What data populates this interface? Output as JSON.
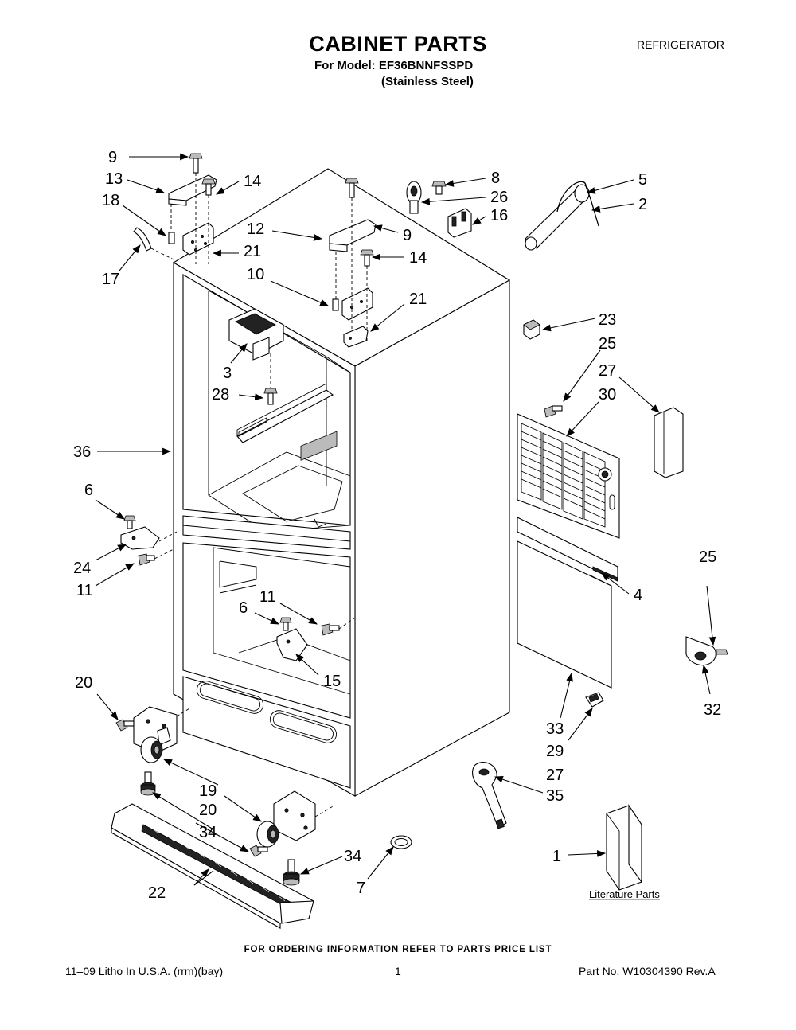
{
  "header": {
    "title": "CABINET PARTS",
    "model": "For Model: EF36BNNFSSPD",
    "finish": "(Stainless Steel)",
    "category": "REFRIGERATOR"
  },
  "footer": {
    "ordering_note": "FOR ORDERING INFORMATION REFER TO PARTS PRICE LIST",
    "litho": "11–09 Litho In U.S.A. (rrm)(bay)",
    "page": "1",
    "part_number": "Part No. W10304390 Rev.A"
  },
  "literature": {
    "label": "Literature Parts"
  },
  "callouts": {
    "c9a": "9",
    "c13": "13",
    "c14a": "14",
    "c18": "18",
    "c17": "17",
    "c21a": "21",
    "c12": "12",
    "c9b": "9",
    "c14b": "14",
    "c10": "10",
    "c21b": "21",
    "c8": "8",
    "c26": "26",
    "c16": "16",
    "c5": "5",
    "c2": "2",
    "c3": "3",
    "c28": "28",
    "c36": "36",
    "c23": "23",
    "c25a": "25",
    "c27a": "27",
    "c30": "30",
    "c4": "4",
    "c6a": "6",
    "c24": "24",
    "c11a": "11",
    "c11b": "11",
    "c6b": "6",
    "c15": "15",
    "c25b": "25",
    "c32": "32",
    "c33": "33",
    "c29": "29",
    "c27b": "27",
    "c35": "35",
    "c20a": "20",
    "c19": "19",
    "c20b": "20",
    "c34a": "34",
    "c34b": "34",
    "c22": "22",
    "c7": "7",
    "c1": "1"
  }
}
